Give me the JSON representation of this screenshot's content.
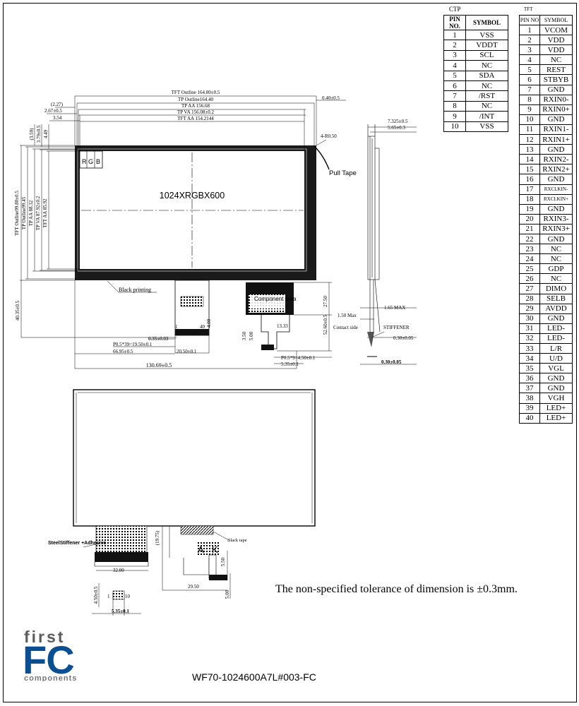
{
  "ctp_table": {
    "caption": "CTP",
    "headers": [
      "PIN NO.",
      "SYMBOL"
    ],
    "rows": [
      [
        "1",
        "VSS"
      ],
      [
        "2",
        "VDDT"
      ],
      [
        "3",
        "SCL"
      ],
      [
        "4",
        "NC"
      ],
      [
        "5",
        "SDA"
      ],
      [
        "6",
        "NC"
      ],
      [
        "7",
        "/RST"
      ],
      [
        "8",
        "NC"
      ],
      [
        "9",
        "/INT"
      ],
      [
        "10",
        "VSS"
      ]
    ]
  },
  "tft_table": {
    "caption": "TFT",
    "headers": [
      "PIN NO",
      "SYMBOL"
    ],
    "rows": [
      [
        "1",
        "VCOM"
      ],
      [
        "2",
        "VDD"
      ],
      [
        "3",
        "VDD"
      ],
      [
        "4",
        "NC"
      ],
      [
        "5",
        "REST"
      ],
      [
        "6",
        "STBYB"
      ],
      [
        "7",
        "GND"
      ],
      [
        "8",
        "RXIN0-"
      ],
      [
        "9",
        "RXIN0+"
      ],
      [
        "10",
        "GND"
      ],
      [
        "11",
        "RXIN1-"
      ],
      [
        "12",
        "RXIN1+"
      ],
      [
        "13",
        "GND"
      ],
      [
        "14",
        "RXIN2-"
      ],
      [
        "15",
        "RXIN2+"
      ],
      [
        "16",
        "GND"
      ],
      [
        "17",
        "RXCLKIN-"
      ],
      [
        "18",
        "RXCLKIN+"
      ],
      [
        "19",
        "GND"
      ],
      [
        "20",
        "RXIN3-"
      ],
      [
        "21",
        "RXIN3+"
      ],
      [
        "22",
        "GND"
      ],
      [
        "23",
        "NC"
      ],
      [
        "24",
        "NC"
      ],
      [
        "25",
        "GDP"
      ],
      [
        "26",
        "NC"
      ],
      [
        "27",
        "DIMO"
      ],
      [
        "28",
        "SELB"
      ],
      [
        "29",
        "AVDD"
      ],
      [
        "30",
        "GND"
      ],
      [
        "31",
        "LED-"
      ],
      [
        "32",
        "LED-"
      ],
      [
        "33",
        "L/R"
      ],
      [
        "34",
        "U/D"
      ],
      [
        "35",
        "VGL"
      ],
      [
        "36",
        "GND"
      ],
      [
        "37",
        "GND"
      ],
      [
        "38",
        "VGH"
      ],
      [
        "39",
        "LED+"
      ],
      [
        "40",
        "LED+"
      ]
    ]
  },
  "front_view": {
    "resolution_label": "1024XRGBX600",
    "rgb": [
      "R",
      "G",
      "B"
    ],
    "dims_top": [
      "TFT Outline 164.80±0.5",
      "TP Outline164.40",
      "TP  AA 156.68",
      "TP VA 156.08±0.2",
      "TFT AA 154.2144"
    ],
    "dims_left_top": [
      "(2.27)",
      "2.67±0.5",
      "3.54"
    ],
    "dims_left_vertical": [
      "TFT Outline99.80±0.5",
      "TP Outline99.45",
      "TP AA 88.32",
      "TP VA 87.92±0.2",
      "TFT AA 85.92"
    ],
    "dims_small_vertical": [
      "(3.59)",
      "3.79±0.5",
      "4.49"
    ],
    "dim_right": "0.40±0.5",
    "dim_corner": "4-R0.50",
    "pull_tape": "Pull Tape",
    "black_printing": "Black printing",
    "component_area": "Component area",
    "dim_27_50": "27.50",
    "dim_52_60": "52.60±0.5",
    "dim_40_35": "40.35±0.5",
    "dim_13_33": "13.33",
    "dim_4_00": "4.00",
    "dim_3_50": "3.50",
    "dim_5_00": "5.00",
    "fpc_pins": [
      "1",
      "40"
    ],
    "dim_0_35": "0.35±0.03",
    "dim_pitch_tft": "P0.5*39=19.50±0.1",
    "dim_66_95": "66.95±0.5",
    "dim_20_50": "20.50±0.1",
    "dim_pitch_ctp": "P0.5*9=4.50±0.1",
    "dim_5_35": "5.35±0.1",
    "dim_130_69": "130.69±0.5"
  },
  "side_view": {
    "dim_7_325": "7.325±0.5",
    "dim_5_65": "5.65±0.3",
    "dim_1_50_max": "1.50 Max",
    "dim_1_65_max": "1.65 MAX",
    "contact_side": "Contact side",
    "stiffener": "STIFFENER",
    "dim_0_30_a": "0.30±0.05",
    "dim_0_30_b": "0.30±0.05"
  },
  "back_view": {
    "steel_stiffener": "SteelStiffener +Adhesive",
    "black_tape": "Black tape",
    "dim_19_75": "(19.75)",
    "dim_32_00": "32.00",
    "dim_29_50": "29.50",
    "dim_5_50": "5.50",
    "dim_5_00": "5.00",
    "dim_4_50": "4.50±0.5",
    "ctp_pins": [
      "1",
      "10"
    ],
    "dim_5_35": "5.35±0.1",
    "detail_letters": [
      "A",
      "K"
    ]
  },
  "tolerance_note": "The non-specified tolerance of dimension is  ±0.3mm.",
  "part_number": "WF70-1024600A7L#003-FC",
  "logo": {
    "line1": "first",
    "line2": "FC",
    "line3": "components"
  }
}
